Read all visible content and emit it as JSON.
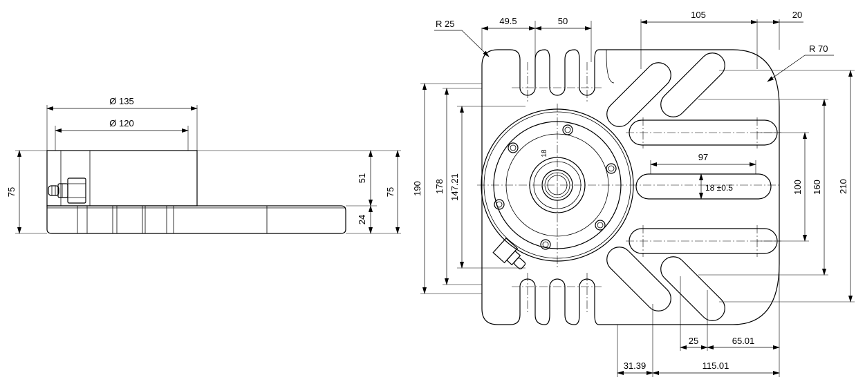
{
  "side_view": {
    "dia_outer": "Ø 135",
    "dia_inner": "Ø 120",
    "height_left": "75",
    "height_right": "75",
    "height_body": "51",
    "height_plate": "24"
  },
  "top_view": {
    "radius_small": "R 25",
    "radius_large": "R 70",
    "slot_spacing_1": "49.5",
    "slot_spacing_2": "50",
    "width_top": "105",
    "offset_top": "20",
    "height_190": "190",
    "height_178": "178",
    "height_147": "147.21",
    "slot_len": "97",
    "slot_width": "18 ±0.5",
    "hub_label": "18",
    "height_100": "100",
    "height_160": "160",
    "height_210": "210",
    "bottom_25": "25",
    "bottom_65": "65.01",
    "bottom_31": "31.39",
    "bottom_115": "115.01"
  }
}
